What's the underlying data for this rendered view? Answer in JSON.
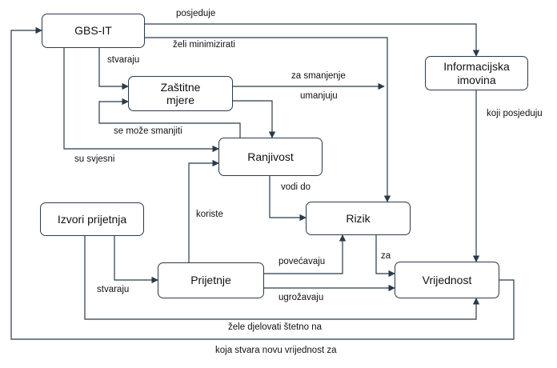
{
  "nodes": {
    "gbs_it": "GBS-IT",
    "zastitne_mjere_line1": "Zaštitne",
    "zastitne_mjere_line2": "mjere",
    "informacijska_imovina_line1": "Informacijska",
    "informacijska_imovina_line2": "imovina",
    "ranjivost": "Ranjivost",
    "rizik": "Rizik",
    "izvori_prijetnja": "Izvori prijetnja",
    "prijetnje": "Prijetnje",
    "vrijednost": "Vrijednost"
  },
  "edges": {
    "posjeduje": "posjeduje",
    "zeli_minimizirati": "želi minimizirati",
    "stvaraju_gbs": "stvaraju",
    "za_smanjenje": "za smanjenje",
    "umanjuju": "umanjuju",
    "se_moze_smanjiti": "se može smanjiti",
    "su_svjesni": "su svjesni",
    "vodi_do": "vodi do",
    "koji_posjeduju": "koji posjeduju",
    "koriste": "koriste",
    "stvaraju_izvori": "stvaraju",
    "povecavaju": "povećavaju",
    "za": "za",
    "ugrozavaju": "ugrožavaju",
    "zele_djelovati_stetno_na": "žele djelovati štetno na",
    "koja_stvara_novu_vrijednost_za": "koja stvara novu vrijednost za"
  },
  "colors": {
    "line": "#2a3a4a",
    "box_border": "#2a3a4a",
    "text": "#111111"
  }
}
